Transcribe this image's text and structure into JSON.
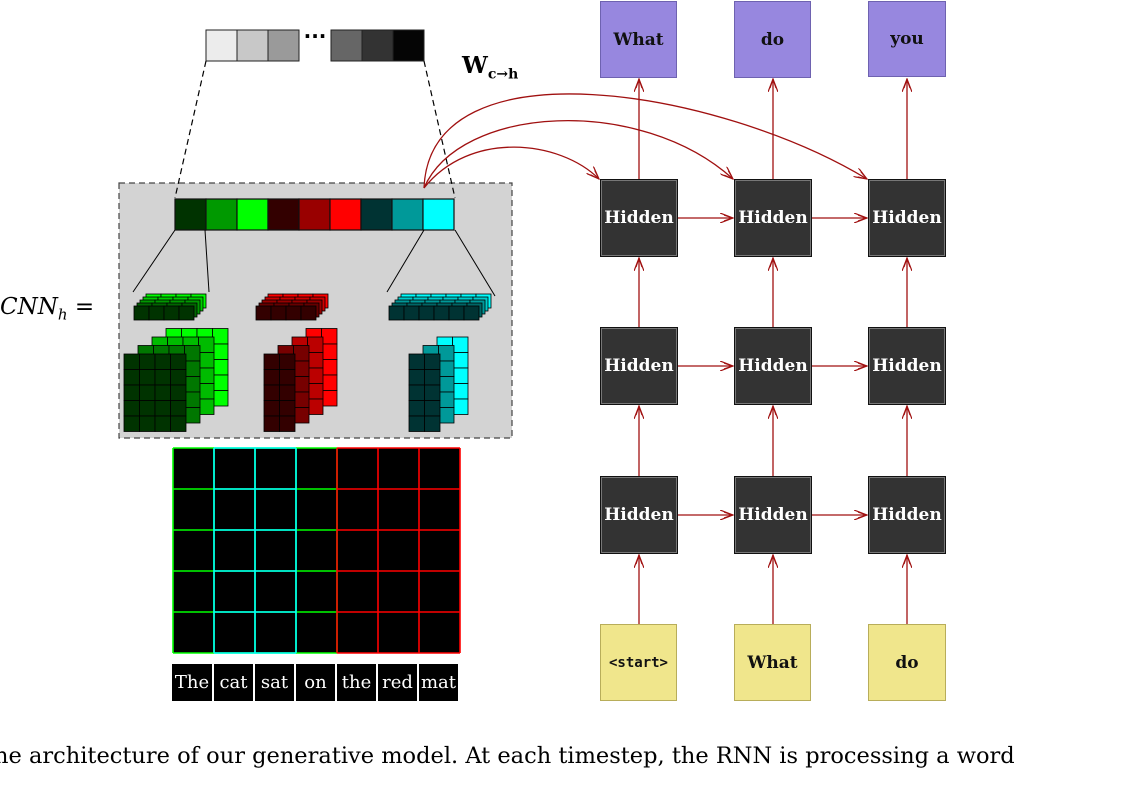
{
  "labels": {
    "cnn": "CNN",
    "cnn_sub": "h",
    "cnn_eq": " =",
    "weight": "W",
    "weight_sub": "c→h",
    "ellipsis": "···"
  },
  "output_words": [
    "What",
    "do",
    "you"
  ],
  "hidden_label": "Hidden",
  "input_words": [
    "<start>",
    "What",
    "do"
  ],
  "sentence_words": [
    "The",
    "cat",
    "sat",
    "on",
    "the",
    "red",
    "mat"
  ],
  "caption": "he architecture of our generative model. At each timestep, the RNN is processing a word",
  "colors": {
    "output_box": "#9787df",
    "hidden_box": "#333333",
    "input_box": "#f0e68c",
    "arrow": "#a01010",
    "panel": "#d3d3d3",
    "green_bright": "#00ff00",
    "green_dark": "#003300",
    "red_bright": "#ff0000",
    "red_dark": "#330000",
    "cyan_bright": "#00ffff",
    "cyan_dark": "#003333"
  },
  "feature_vector_colors": [
    "#003300",
    "#009900",
    "#00ff00",
    "#330000",
    "#990000",
    "#ff0000",
    "#003333",
    "#009999",
    "#00ffff"
  ],
  "top_vector_grays": [
    "#ececec",
    "#c8c8c8",
    "#9a9a9a",
    "#666666",
    "#333333",
    "#050505"
  ]
}
